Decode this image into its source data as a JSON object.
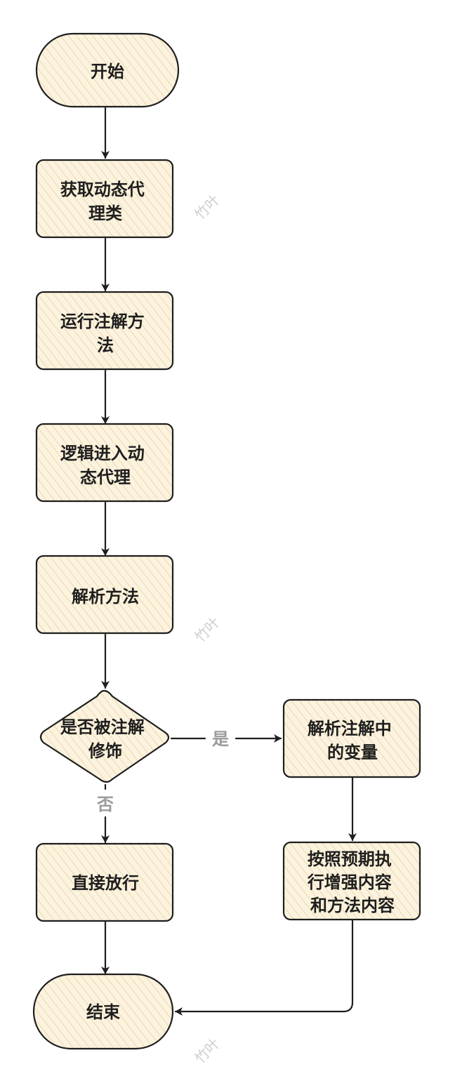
{
  "colors": {
    "node_fill": "#fbf3df",
    "hatch": "#e9c98c",
    "stroke": "#1e1e1e",
    "edge_label": "#9a9a9a",
    "watermark": "#cfcfcf"
  },
  "nodes": {
    "start": {
      "lines": [
        "开始"
      ]
    },
    "get_proxy": {
      "lines": [
        "获取动态代",
        "理类"
      ]
    },
    "run_method": {
      "lines": [
        "运行注解方",
        "法"
      ]
    },
    "enter_proxy": {
      "lines": [
        "逻辑进入动",
        "态代理"
      ]
    },
    "parse_method": {
      "lines": [
        "解析方法"
      ]
    },
    "decision": {
      "lines": [
        "是否被注解",
        "修饰"
      ]
    },
    "parse_vars": {
      "lines": [
        "解析注解中",
        "的变量"
      ]
    },
    "execute": {
      "lines": [
        "按照预期执",
        "行增强内容",
        "和方法内容"
      ]
    },
    "pass_through": {
      "lines": [
        "直接放行"
      ]
    },
    "end": {
      "lines": [
        "结束"
      ]
    }
  },
  "edges": {
    "yes_label": "是",
    "no_label": "否"
  },
  "watermark": "竹叶"
}
